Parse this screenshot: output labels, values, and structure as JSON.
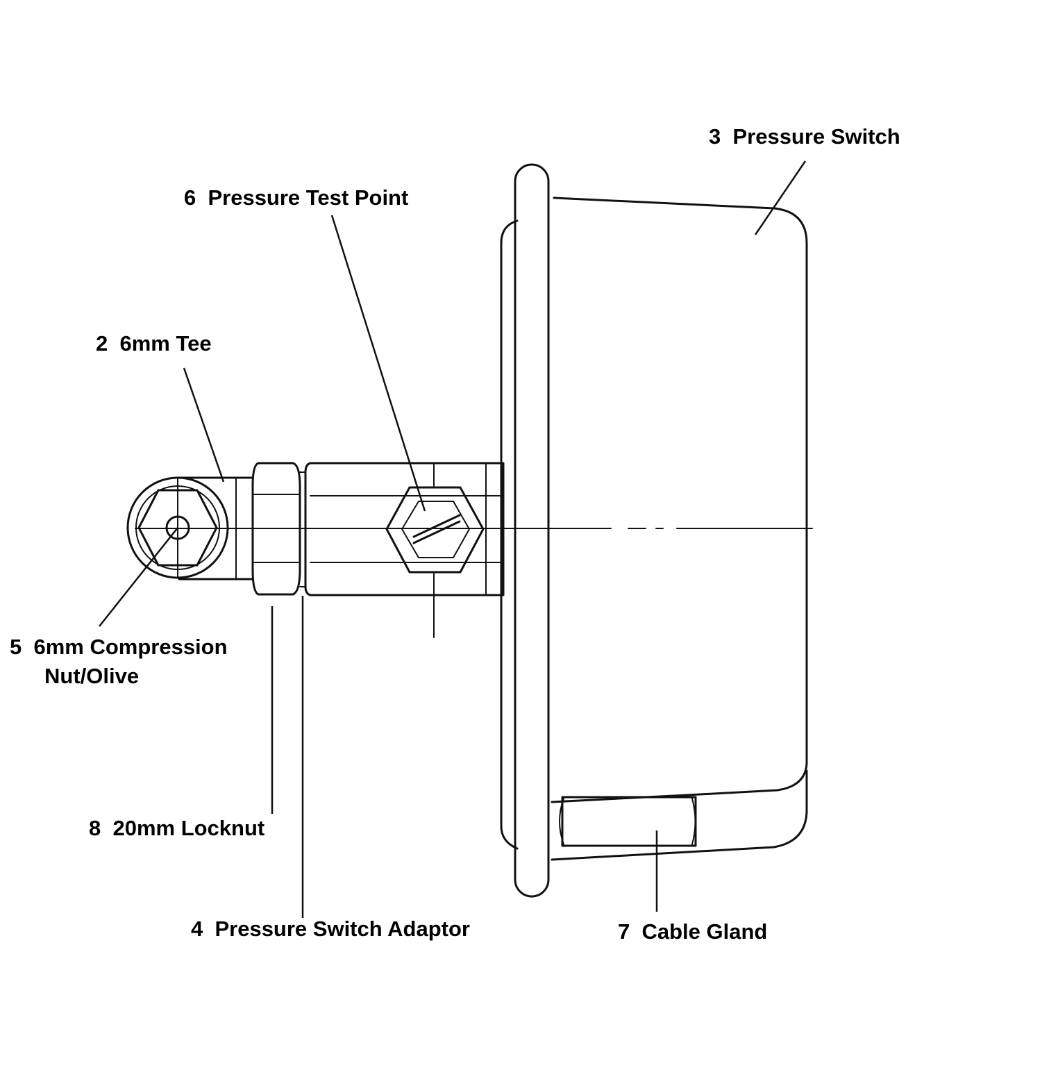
{
  "callouts": {
    "pressure_switch": "3  Pressure Switch",
    "pressure_test_point": "6  Pressure Test Point",
    "tee": "2  6mm Tee",
    "compression_nut_line1": "5  6mm Compression",
    "compression_nut_line2": "Nut/Olive",
    "locknut": "8  20mm Locknut",
    "adaptor": "4  Pressure Switch Adaptor",
    "cable_gland": "7  Cable Gland"
  }
}
